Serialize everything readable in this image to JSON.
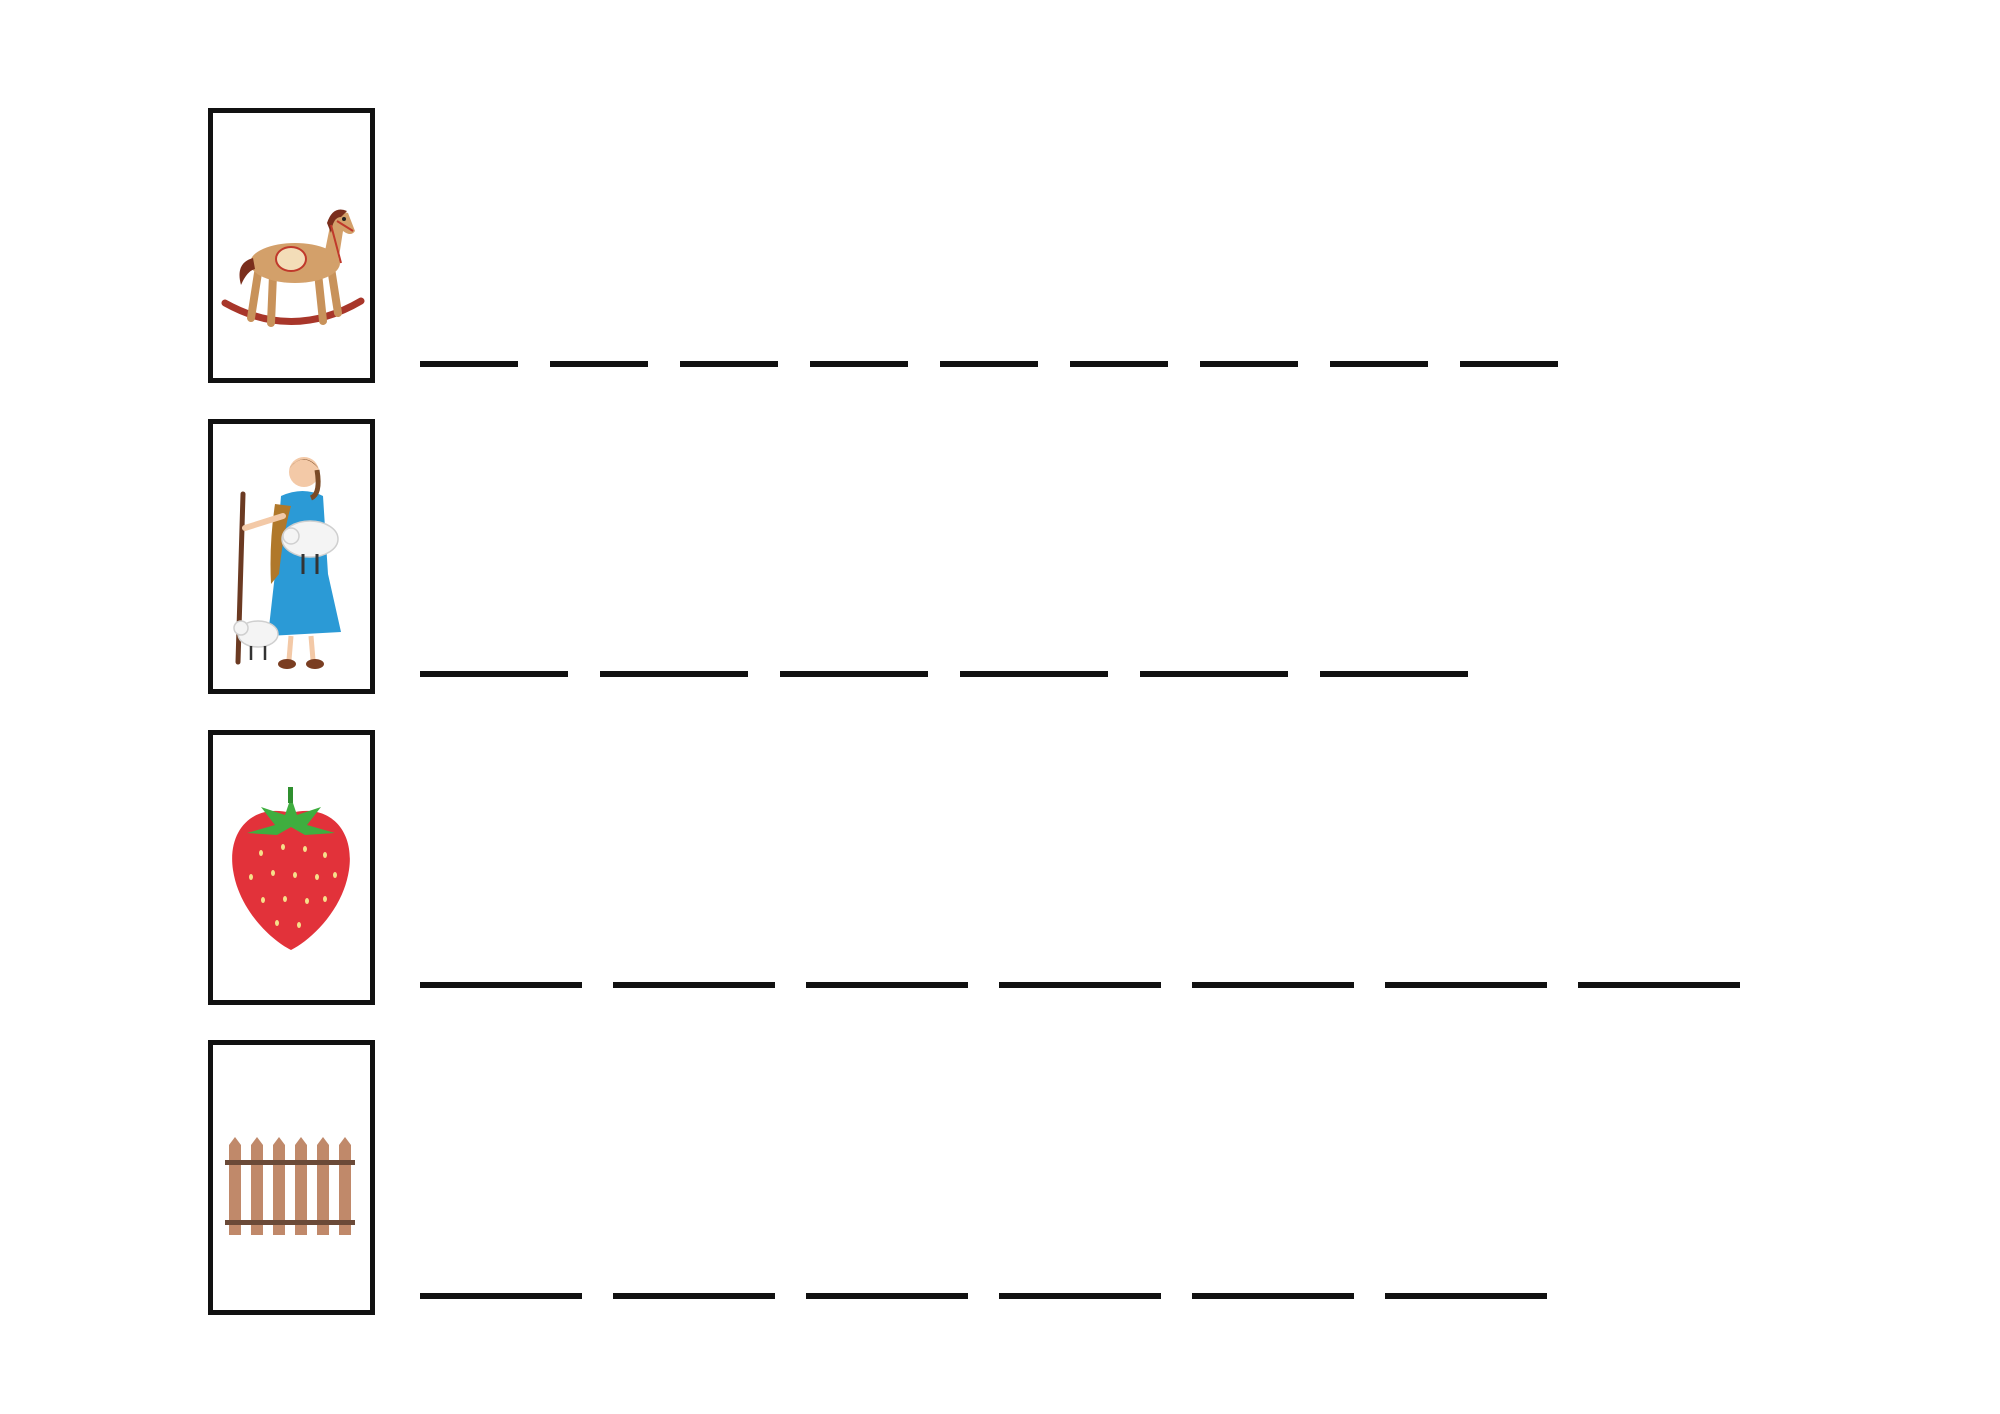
{
  "worksheet": {
    "rows": [
      {
        "picture": "rocking-horse-icon",
        "blank_count": 9
      },
      {
        "picture": "shepherdess-icon",
        "blank_count": 6
      },
      {
        "picture": "strawberry-icon",
        "blank_count": 7
      },
      {
        "picture": "fence-icon",
        "blank_count": 6
      }
    ]
  },
  "colors": {
    "line": "#111111",
    "horse_body": "#d3a06a",
    "horse_mane": "#7a2e1c",
    "horse_rocker": "#a8362a",
    "dress": "#2b9ad6",
    "strawberry": "#e2323a",
    "leaf": "#3fae3f",
    "fence": "#c0896a"
  }
}
